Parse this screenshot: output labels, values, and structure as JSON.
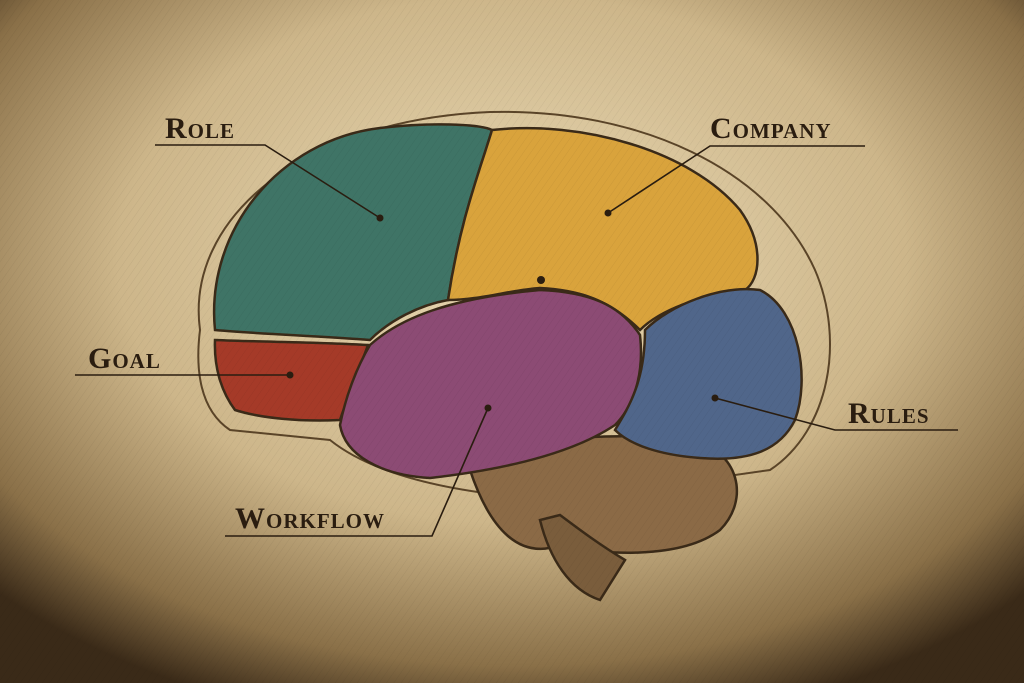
{
  "labels": {
    "role": "Role",
    "company": "Company",
    "goal": "Goal",
    "rules": "Rules",
    "workflow": "Workflow"
  },
  "colors": {
    "parchment": "#d8c49a",
    "role": "#3f7466",
    "company": "#d9a33c",
    "goal": "#a53a28",
    "workflow": "#8c4b74",
    "rules": "#50668a",
    "cerebellum": "#8b6a46",
    "ink": "#2a1d10"
  }
}
